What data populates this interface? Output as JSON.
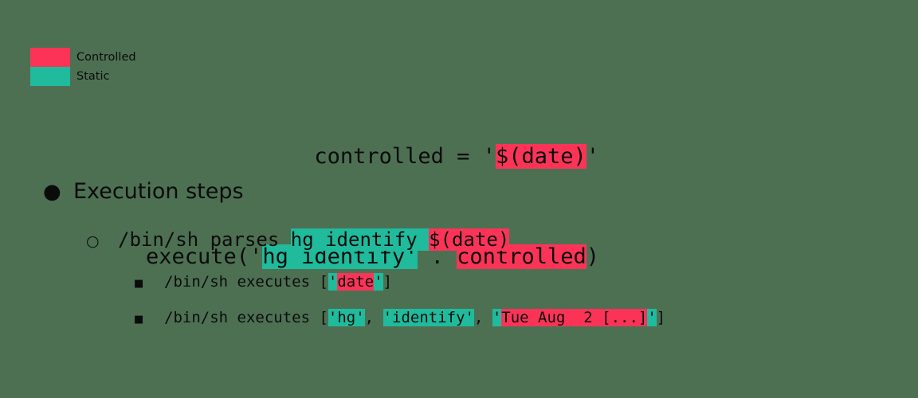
{
  "colors": {
    "background": "#4d7053",
    "controlled": "#fb3457",
    "static": "#1fbb9c",
    "text": "#0b0b0b"
  },
  "legend": {
    "items": [
      {
        "label": "Controlled",
        "color": "#fb3457",
        "key": "controlled"
      },
      {
        "label": "Static",
        "color": "#1fbb9c",
        "key": "static"
      }
    ]
  },
  "code_block": {
    "lines": [
      {
        "segments": [
          {
            "text": "controlled = '",
            "highlight": "none"
          },
          {
            "text": "$(date)",
            "highlight": "controlled"
          },
          {
            "text": "'",
            "highlight": "none"
          }
        ]
      },
      {
        "segments": [
          {
            "text": "execute('",
            "highlight": "none"
          },
          {
            "text": "hg identify'",
            "highlight": "static"
          },
          {
            "text": " . ",
            "highlight": "none"
          },
          {
            "text": "controlled",
            "highlight": "controlled"
          },
          {
            "text": ")",
            "highlight": "none"
          }
        ]
      }
    ]
  },
  "outline": {
    "level1": {
      "marker": "●",
      "text": "Execution steps"
    },
    "level2": {
      "marker": "○",
      "segments": [
        {
          "text": "/bin/sh parses ",
          "highlight": "none"
        },
        {
          "text": "hg identify ",
          "highlight": "static"
        },
        {
          "text": "$(date)",
          "highlight": "controlled"
        }
      ]
    },
    "level3": [
      {
        "marker": "■",
        "segments": [
          {
            "text": "/bin/sh executes [",
            "highlight": "none"
          },
          {
            "text": "'",
            "highlight": "static"
          },
          {
            "text": "date",
            "highlight": "controlled"
          },
          {
            "text": "'",
            "highlight": "static"
          },
          {
            "text": "]",
            "highlight": "none"
          }
        ]
      },
      {
        "marker": "■",
        "segments": [
          {
            "text": "/bin/sh executes [",
            "highlight": "none"
          },
          {
            "text": "'hg'",
            "highlight": "static"
          },
          {
            "text": ", ",
            "highlight": "none"
          },
          {
            "text": "'identify'",
            "highlight": "static"
          },
          {
            "text": ", ",
            "highlight": "none"
          },
          {
            "text": "'",
            "highlight": "static"
          },
          {
            "text": "Tue Aug  2 [...]",
            "highlight": "controlled"
          },
          {
            "text": "'",
            "highlight": "static"
          },
          {
            "text": "]",
            "highlight": "none"
          }
        ]
      }
    ]
  }
}
